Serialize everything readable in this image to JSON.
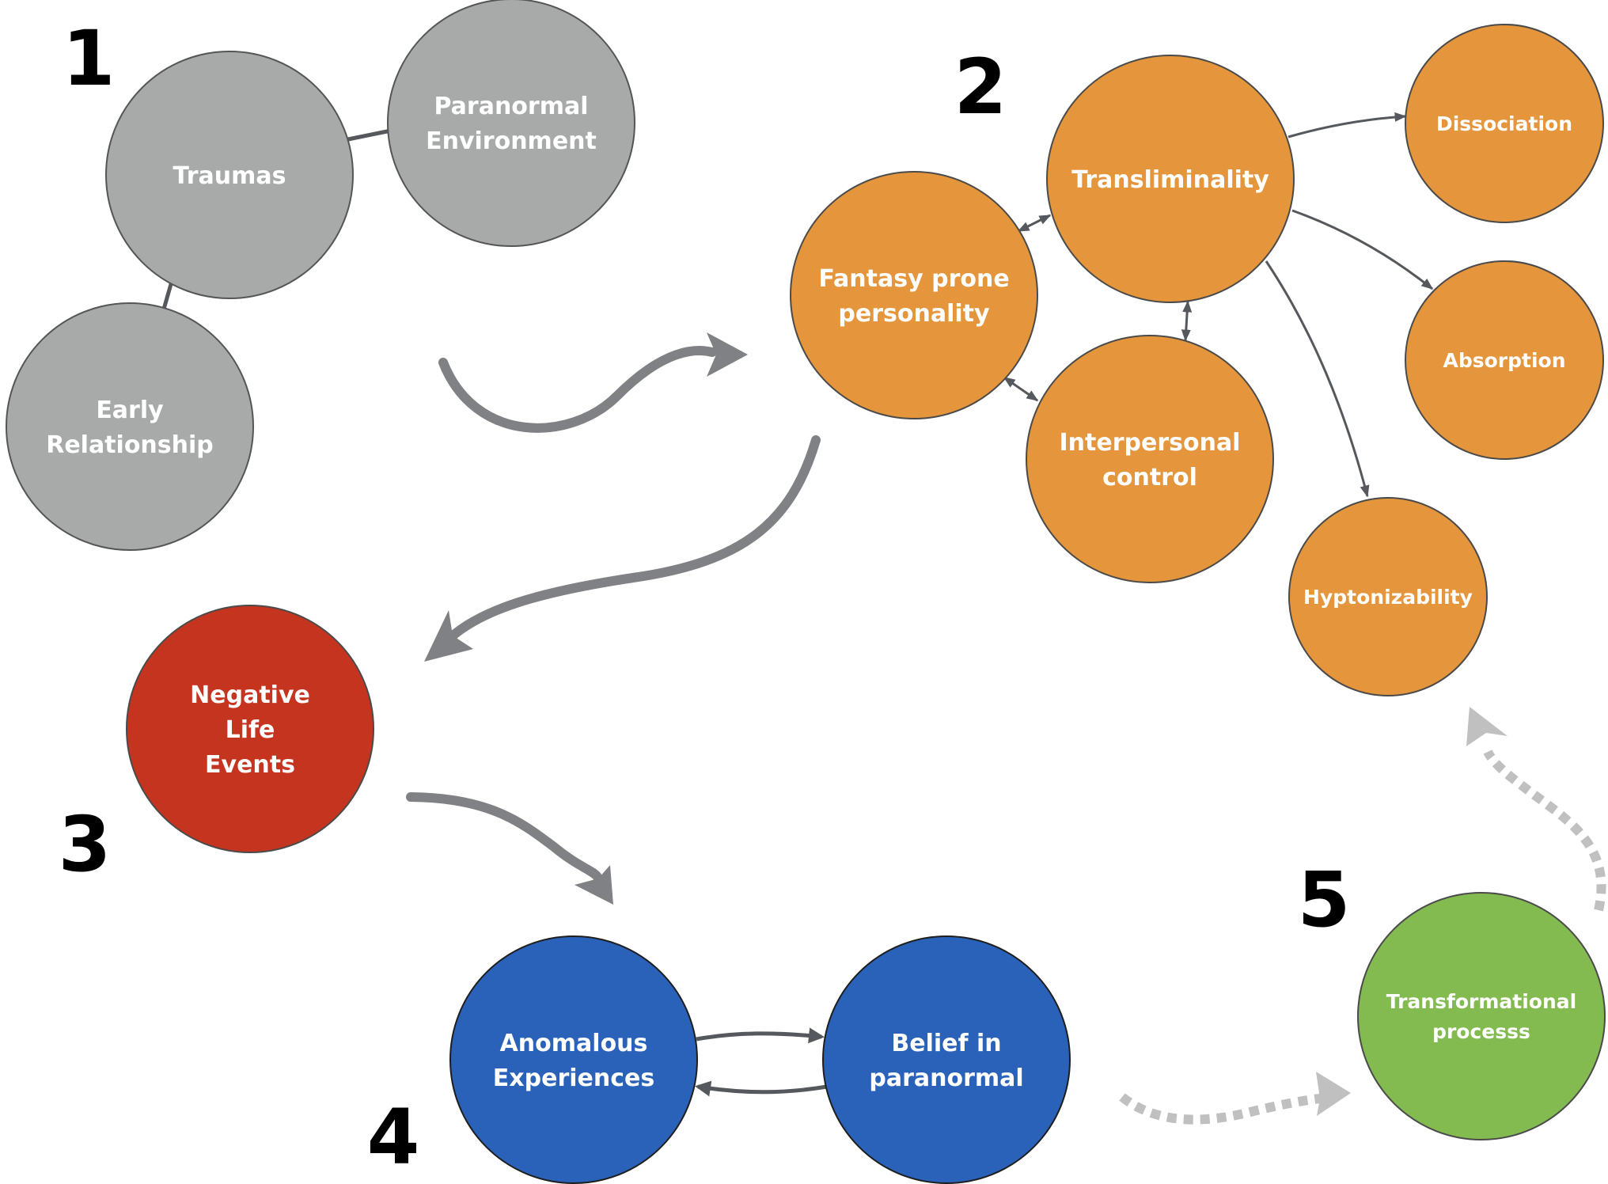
{
  "colors": {
    "gray": "#a8a9a9",
    "orange": "#e5963c",
    "red": "#c5341f",
    "blue": "#2b62b9",
    "green": "#84bb51",
    "arrow": "#808185",
    "arrow_dark": "#55585c",
    "dotted": "#c0c0c0"
  },
  "steps": [
    "1",
    "2",
    "3",
    "4",
    "5"
  ],
  "nodes": {
    "traumas": [
      "Traumas"
    ],
    "paranormal_environment": [
      "Paranormal",
      "Environment"
    ],
    "early_relationship": [
      "Early",
      "Relationship"
    ],
    "fantasy_prone": [
      "Fantasy prone",
      "personality"
    ],
    "transliminality": [
      "Transliminality"
    ],
    "interpersonal_control": [
      "Interpersonal",
      "control"
    ],
    "dissociation": [
      "Dissociation"
    ],
    "absorption": [
      "Absorption"
    ],
    "hyptonizability": [
      "Hyptonizability"
    ],
    "negative_life_events": [
      "Negative",
      "Life",
      "Events"
    ],
    "anomalous_experiences": [
      "Anomalous",
      "Experiences"
    ],
    "belief_in_paranormal": [
      "Belief in",
      "paranormal"
    ],
    "transformational_process": [
      "Transformational",
      "processs"
    ]
  }
}
